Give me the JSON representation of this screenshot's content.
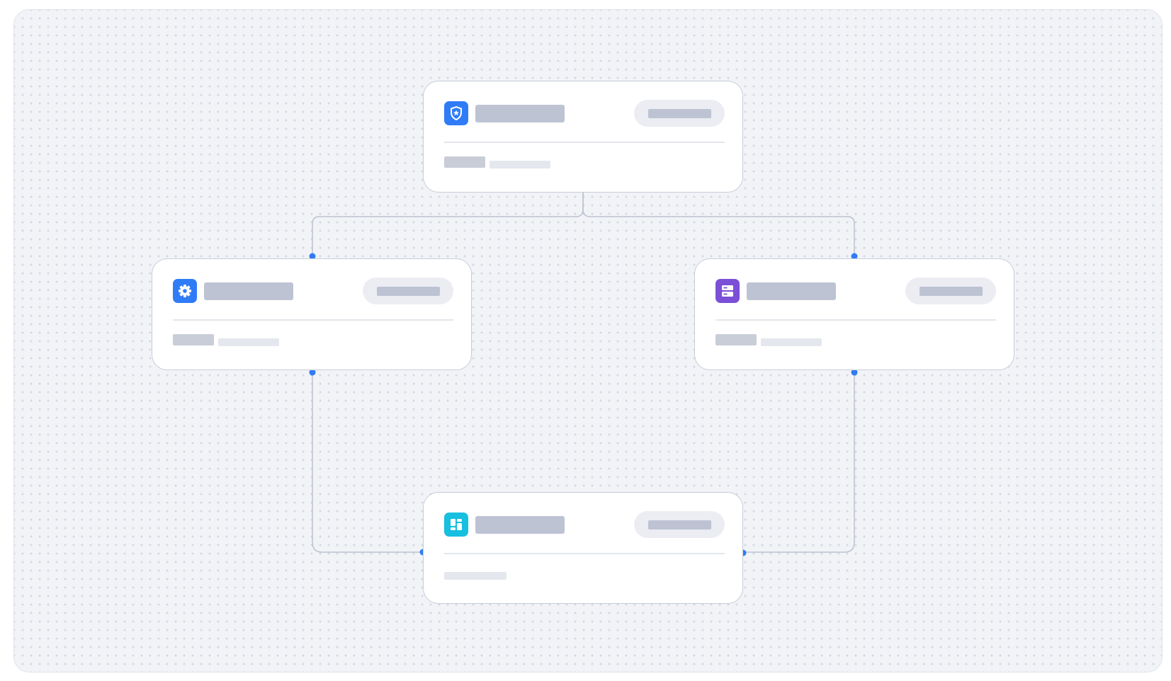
{
  "diagram": {
    "type": "node-graph",
    "nodes": [
      {
        "id": "top",
        "icon": "shield-star-icon",
        "icon_color": "#2f7cf6",
        "title": "",
        "badge": "",
        "meta": ""
      },
      {
        "id": "left",
        "icon": "gear-icon",
        "icon_color": "#2f7cf6",
        "title": "",
        "badge": "",
        "meta": ""
      },
      {
        "id": "right",
        "icon": "server-icon",
        "icon_color": "#7b4fd6",
        "title": "",
        "badge": "",
        "meta": ""
      },
      {
        "id": "bottom",
        "icon": "dashboard-icon",
        "icon_color": "#17bfe0",
        "title": "",
        "badge": "",
        "meta": ""
      }
    ],
    "edges": [
      {
        "from": "top",
        "to": "left"
      },
      {
        "from": "top",
        "to": "right"
      },
      {
        "from": "left",
        "to": "bottom"
      },
      {
        "from": "right",
        "to": "bottom"
      }
    ]
  },
  "colors": {
    "background": "#f1f3f7",
    "node_border": "#c7ccd8",
    "edge": "#bcc2cf",
    "connector_dot": "#2f7cf6",
    "placeholder_dark": "#bdc3d3",
    "placeholder_light": "#e4e7ed"
  }
}
